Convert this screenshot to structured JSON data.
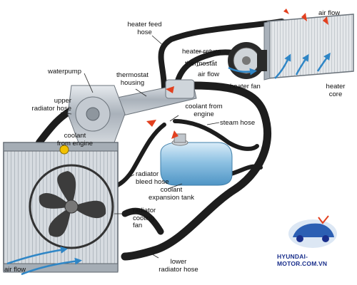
{
  "diagram": {
    "labels": {
      "heater_feed_hose": "heater feed\nhose",
      "air_flow_top": "air flow",
      "heater_return": "heater return",
      "thermostat": "thermostat",
      "waterpump": "waterpump",
      "thermostat_housing": "thermostat\nhousing",
      "air_flow_mid": "air flow",
      "heater_fan": "heater fan",
      "heater_core": "heater\ncore",
      "upper_radiator_hose": "upper\nradiator hose",
      "coolant_from_engine_right": "coolant from\nengine",
      "steam_hose": "steam hose",
      "coolant_from_engine_left": "coolant\nfrom engine",
      "radiator_bleed_hose": "radiator\nbleed hose",
      "coolant_expansion_tank": "coolant\nexpansion tank",
      "radiator_cooling_fan": "radiator\ncooling\nfan",
      "lower_radiator_hose": "lower\nradiator hose",
      "air_flow_bottom": "air flow"
    },
    "watermark": "HYUNDAI-MOTOR.COM.VN",
    "colors": {
      "hose": "#1d1d1d",
      "metal": "#b9c0c8",
      "radiator_fin": "#c7cdd4",
      "coolant_tank": "#7fb7dc",
      "hot_arrow": "#e2401f",
      "cold_arrow": "#2f86c6",
      "brand": "#1a2f8c"
    }
  }
}
